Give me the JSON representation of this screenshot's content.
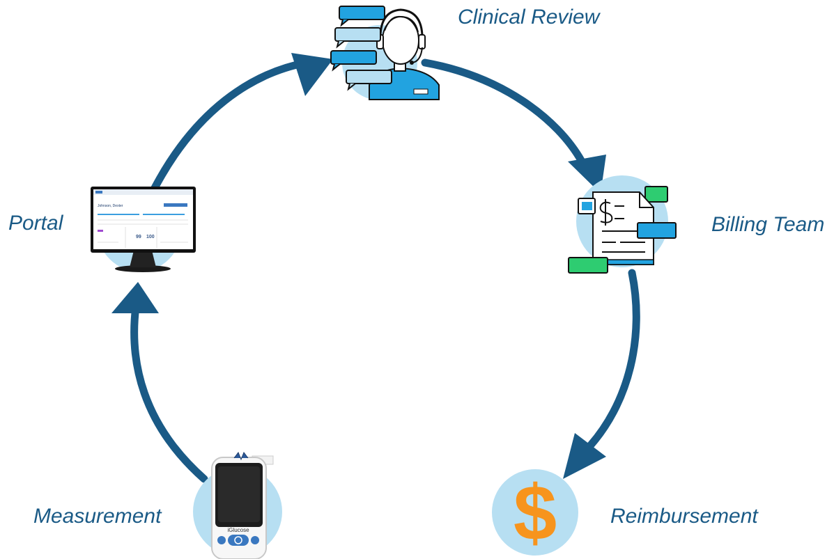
{
  "labels": {
    "clinical_review": "Clinical Review",
    "billing_team": "Billing Team",
    "reimbursement": "Reimbursement",
    "measurement": "Measurement",
    "portal": "Portal"
  },
  "portal_screen": {
    "patient_name": "Johnson, Dexter",
    "reading_1": "99",
    "reading_2": "100"
  },
  "device": {
    "brand": "iGlucose"
  },
  "reimbursement_symbol": "$",
  "icons": {
    "clinical_review": "agent-headset-icon",
    "billing_team": "invoice-document-icon",
    "reimbursement": "dollar-sign-icon",
    "measurement": "glucose-meter-icon",
    "portal": "computer-monitor-icon"
  },
  "colors": {
    "arrow": "#1a5a86",
    "label": "#1a5a86",
    "circle": "#b7dff2",
    "accent_blue": "#22a3e0",
    "accent_green": "#2ecc71",
    "dollar_orange": "#f7941d"
  }
}
